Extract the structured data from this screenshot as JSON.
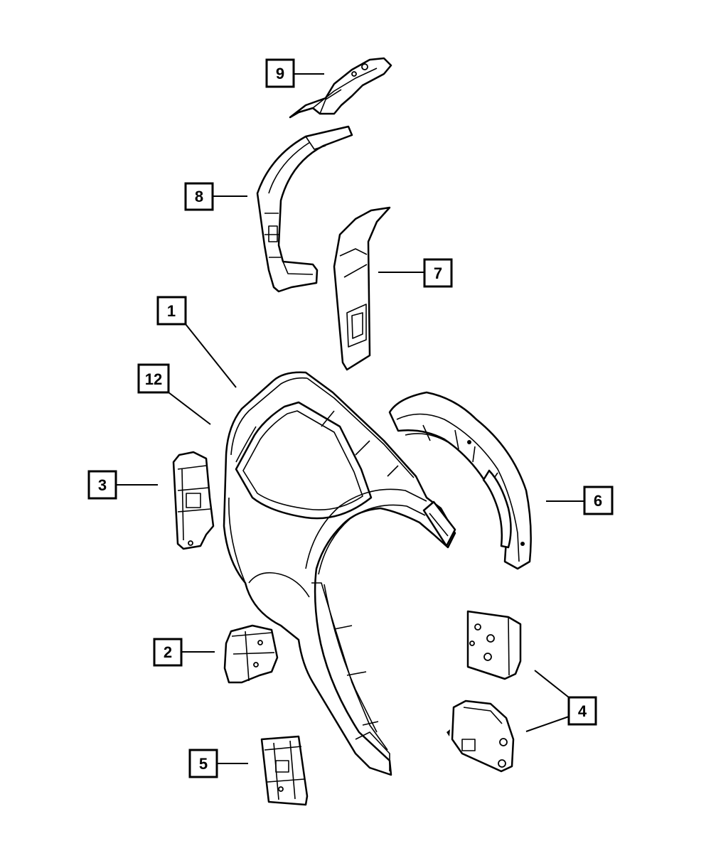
{
  "callouts": {
    "c1": "1",
    "c2": "2",
    "c3": "3",
    "c4": "4",
    "c5": "5",
    "c6": "6",
    "c7": "7",
    "c8": "8",
    "c9": "9",
    "c12": "12"
  },
  "colors": {
    "line": "#000000",
    "background": "#ffffff"
  }
}
